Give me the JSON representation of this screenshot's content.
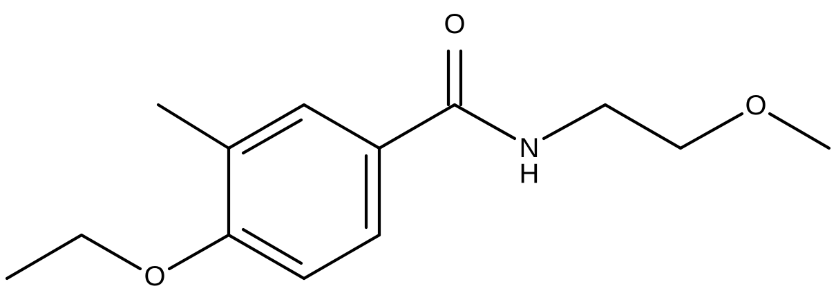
{
  "molecule": {
    "atoms": {
      "carbonyl_o": "O",
      "amide_n": "N",
      "amide_h": "H",
      "ether_o": "O",
      "ethoxy_o": "O"
    },
    "bond_color": "#000000",
    "background": "#ffffff"
  }
}
